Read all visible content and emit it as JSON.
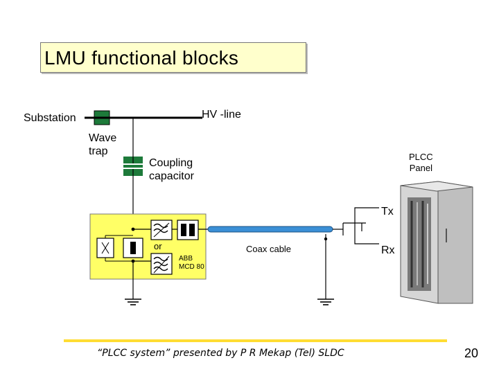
{
  "title": "LMU  functional blocks",
  "labels": {
    "substation": "Substation",
    "hv_line": "HV -line",
    "wave_trap": "Wave\ntrap",
    "coupling_capacitor": "Coupling\ncapacitor",
    "plcc_panel": "PLCC\nPanel",
    "tx": "Tx",
    "rx": "Rx",
    "or": "or",
    "coax_cable": "Coax cable",
    "abb_mcd": "ABB\nMCD 80"
  },
  "footer": "“PLCC system” presented by P R Mekap (Tel) SLDC",
  "page_number": "20",
  "colors": {
    "title_bg": "#ffffcc",
    "lmu_box": "#ffff66",
    "coax": "#3b8fd6",
    "footer_rule": "#ffdd33",
    "wave_trap": "#1d7a3a"
  }
}
